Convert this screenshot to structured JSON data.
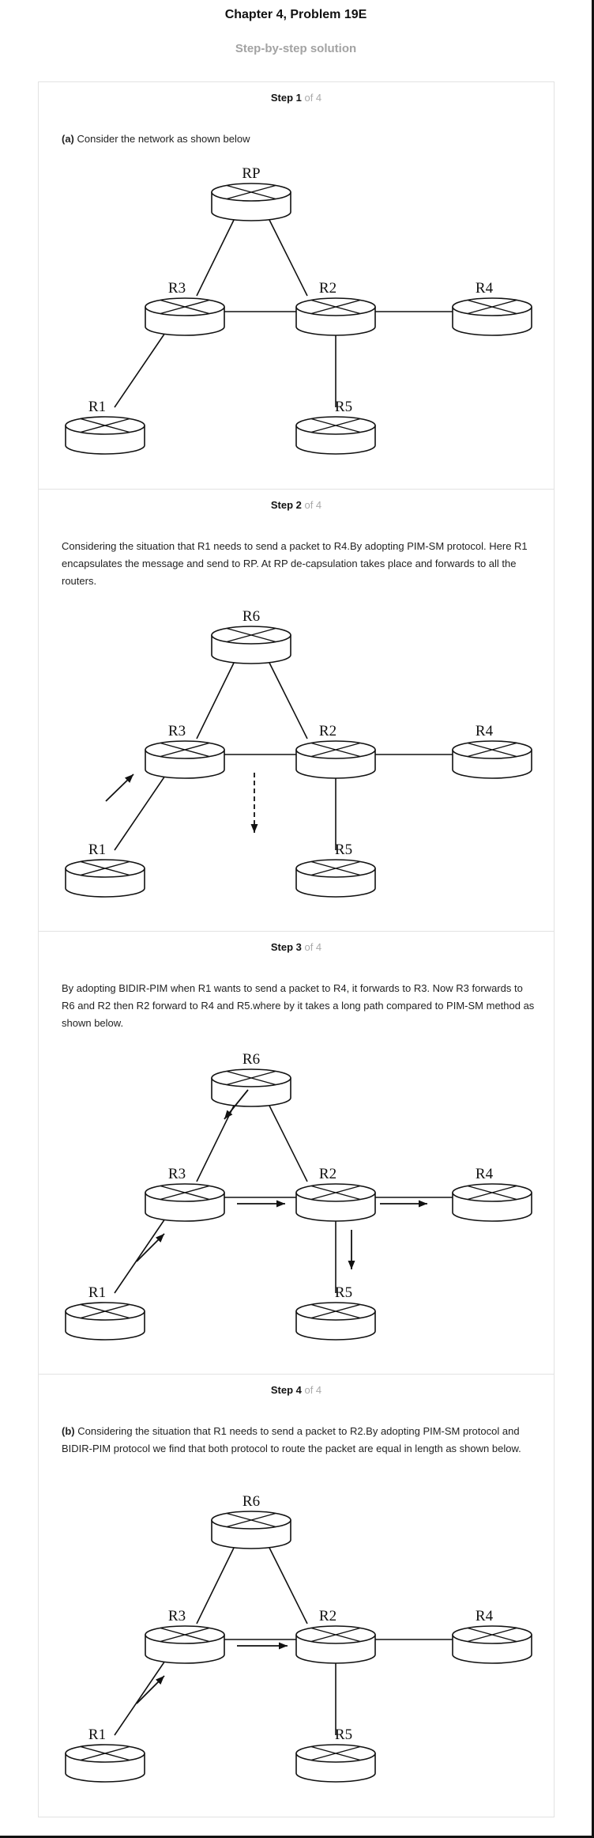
{
  "header": {
    "title": "Chapter 4, Problem 19E",
    "subtitle": "Step-by-step solution"
  },
  "steps": [
    {
      "label": "Step 1",
      "of": " of 4",
      "prefix": "(a)",
      "text": " Consider the network as shown below",
      "routers": {
        "top": "RP",
        "r3": "R3",
        "r2": "R2",
        "r4": "R4",
        "r1": "R1",
        "r5": "R5"
      }
    },
    {
      "label": "Step 2",
      "of": " of 4",
      "prefix": "",
      "text": "Considering the situation that R1 needs to send a packet to R4.By adopting PIM-SM protocol. Here R1 encapsulates the message and send to RP. At RP de-capsulation takes place and forwards to all the routers.",
      "routers": {
        "top": "R6",
        "r3": "R3",
        "r2": "R2",
        "r4": "R4",
        "r1": "R1",
        "r5": "R5"
      }
    },
    {
      "label": "Step 3",
      "of": " of 4",
      "prefix": "",
      "text": "By adopting BIDIR-PIM when R1 wants to send a packet to R4, it forwards to R3. Now R3 forwards to R6 and R2 then R2 forward to R4 and R5.where by it takes a long path compared to PIM-SM method as shown below.",
      "routers": {
        "top": "R6",
        "r3": "R3",
        "r2": "R2",
        "r4": "R4",
        "r1": "R1",
        "r5": "R5"
      }
    },
    {
      "label": "Step 4",
      "of": " of 4",
      "prefix": "(b)",
      "text": " Considering the situation that R1 needs to send a packet to R2.By adopting PIM-SM protocol and BIDIR-PIM protocol we find that both protocol to route the packet are equal in length as shown below.",
      "routers": {
        "top": "R6",
        "r3": "R3",
        "r2": "R2",
        "r4": "R4",
        "r1": "R1",
        "r5": "R5"
      }
    }
  ]
}
